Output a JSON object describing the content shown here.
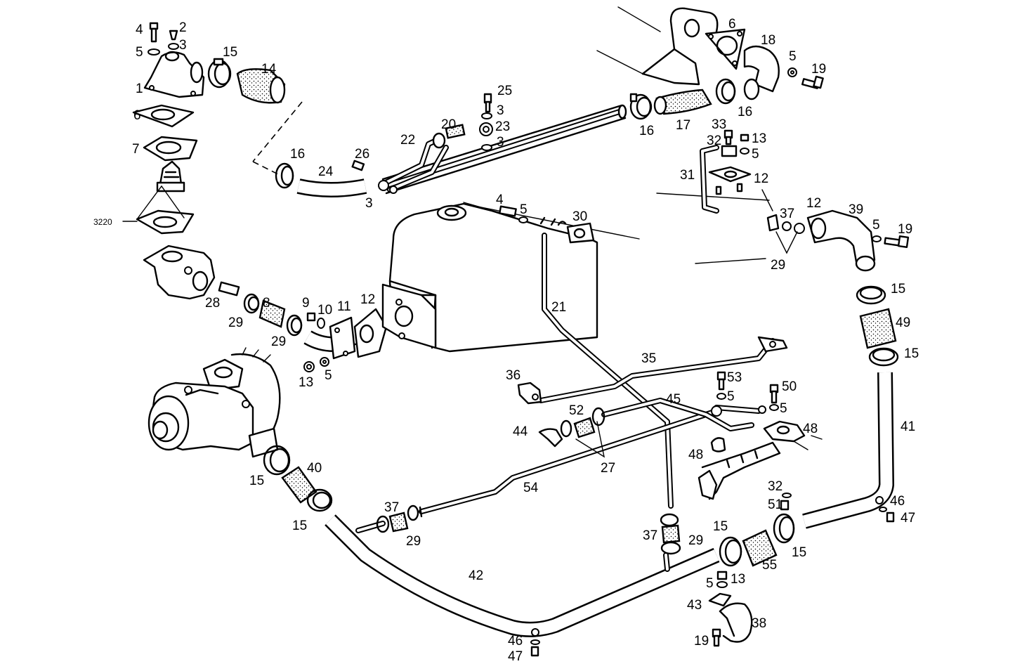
{
  "labels": {
    "l4a": "4",
    "l2": "2",
    "l5a": "5",
    "l3a": "3",
    "l15a": "15",
    "l14": "14",
    "l1": "1",
    "l6a": "6",
    "l7": "7",
    "l3220": "3220",
    "l6b": "6",
    "l18": "18",
    "l5b": "5",
    "l19a": "19",
    "l16a": "16",
    "l17": "17",
    "l16b": "16",
    "l25": "25",
    "l3b": "3",
    "l20": "20",
    "l23": "23",
    "l22": "22",
    "l3c": "3",
    "l16c": "16",
    "l26": "26",
    "l24": "24",
    "l3d": "3",
    "l33": "33",
    "l13a": "13",
    "l32a": "32",
    "l5c": "5",
    "l31": "31",
    "l12a": "12",
    "l4b": "4",
    "l5d": "5",
    "l30": "30",
    "l37a": "37",
    "l12b": "12",
    "l39": "39",
    "l5e": "5",
    "l19b": "19",
    "l29a": "29",
    "l15b": "15",
    "l49": "49",
    "l15c": "15",
    "l21": "21",
    "l28": "28",
    "l8": "8",
    "l9": "9",
    "l10": "10",
    "l11": "11",
    "l12c": "12",
    "l29b": "29",
    "l29c": "29",
    "l13b": "13",
    "l5f": "5",
    "l35": "35",
    "l36": "36",
    "l53": "53",
    "l5g": "5",
    "l50": "50",
    "l45": "45",
    "l5h": "5",
    "l52": "52",
    "l44": "44",
    "l48a": "48",
    "l48b": "48",
    "l27": "27",
    "l41": "41",
    "l15d": "15",
    "l40": "40",
    "l15e": "15",
    "l54": "54",
    "l37b": "37",
    "l29d": "29",
    "l32b": "32",
    "l51": "51",
    "l46a": "46",
    "l47a": "47",
    "l15f": "15",
    "l37c": "37",
    "l29e": "29",
    "l55": "55",
    "l15g": "15",
    "l42": "42",
    "l5i": "5",
    "l13c": "13",
    "l43": "43",
    "l38": "38",
    "l19c": "19",
    "l46b": "46",
    "l47b": "47"
  }
}
